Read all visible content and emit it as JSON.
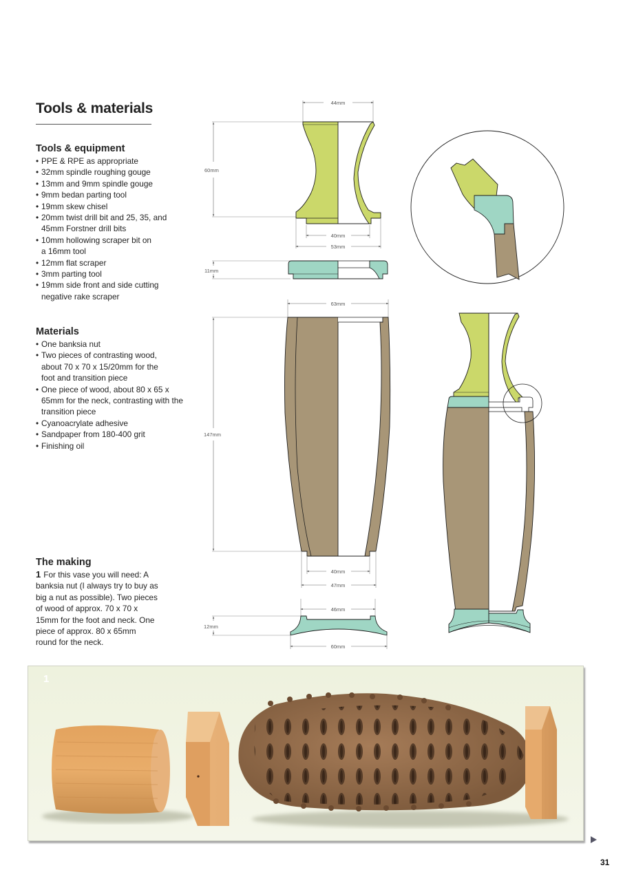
{
  "page": {
    "title": "Tools & materials",
    "page_number": "31",
    "next_arrow_icon": "triangle-right"
  },
  "tools": {
    "heading": "Tools & equipment",
    "items": [
      "PPE & RPE as appropriate",
      "32mm spindle roughing gouge",
      "13mm and 9mm spindle gouge",
      "9mm bedan parting tool",
      "19mm skew chisel",
      "20mm twist drill bit and 25, 35, and 45mm Forstner drill bits",
      "10mm hollowing scraper bit on a 16mm tool",
      "12mm flat scraper",
      "3mm parting tool",
      "19mm side front and side cutting negative rake scraper"
    ]
  },
  "materials": {
    "heading": "Materials",
    "items": [
      "One banksia nut",
      "Two pieces of contrasting wood, about 70 x 70 x 15/20mm for the foot and transition piece",
      "One piece of wood, about 80 x 65 x 65mm for the neck, contrasting with the transition piece",
      "Cyanoacrylate adhesive",
      "Sandpaper from 180-400 grit",
      "Finishing oil"
    ]
  },
  "making": {
    "heading": "The making",
    "step_number": "1",
    "step_text": "For this vase you will need: A banksia nut (I always try to buy as big a nut as possible). Two pieces of wood of approx. 70 x 70 x 15mm for the foot and neck. One piece of approx. 80 x 65mm round for the neck."
  },
  "diagram": {
    "colors": {
      "neck": "#cbd86a",
      "transition": "#9fd6c4",
      "body": "#a89677",
      "outline": "#1e1e1e",
      "dimension_line": "#666666"
    },
    "neck": {
      "top_width": "44mm",
      "height": "60mm",
      "spigot_width": "40mm",
      "base_width": "53mm"
    },
    "transition": {
      "height": "11mm"
    },
    "body": {
      "top_width": "63mm",
      "height": "147mm",
      "spigot_width": "40mm",
      "base_width": "47mm"
    },
    "foot": {
      "recess_width": "46mm",
      "height": "12mm",
      "base_width": "60mm"
    }
  },
  "photo": {
    "step_label": "1",
    "items": [
      "round neck blank",
      "square transition blank",
      "banksia nut",
      "square foot blank"
    ]
  }
}
